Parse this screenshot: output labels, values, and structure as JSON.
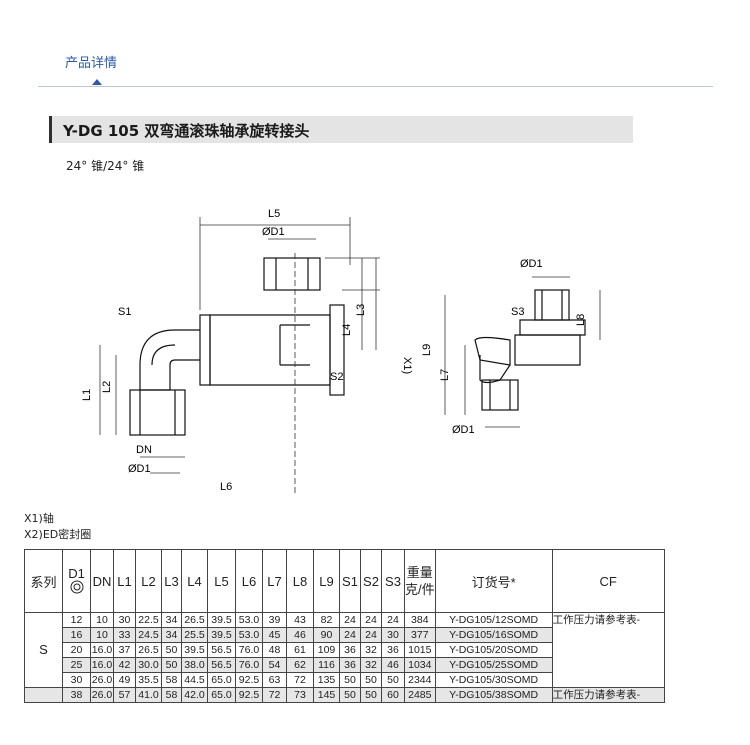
{
  "tab": {
    "label": "产品详情"
  },
  "title": "Y-DG 105 双弯通滚珠轴承旋转接头",
  "subtitle": "24° 锥/24° 锥",
  "drawing_labels": {
    "L5": "L5",
    "D1_top": "ØD1",
    "S1": "S1",
    "L4": "L4",
    "L3": "L3",
    "L1": "L1",
    "L2": "L2",
    "S2": "S2",
    "DN": "DN",
    "D1_bottom": "ØD1",
    "L6": "L6",
    "D1_right_top": "ØD1",
    "S3": "S3",
    "L8": "L8",
    "X1": "X1)",
    "L9": "L9",
    "L7": "L7",
    "D1_right_bottom": "ØD1"
  },
  "notes": [
    "X1)轴",
    "X2)ED密封圈"
  ],
  "table": {
    "headers": {
      "series": "系列",
      "d1": "D1",
      "dn": "DN",
      "l1": "L1",
      "l2": "L2",
      "l3": "L3",
      "l4": "L4",
      "l5": "L5",
      "l6": "L6",
      "l7": "L7",
      "l8": "L8",
      "l9": "L9",
      "s1": "S1",
      "s2": "S2",
      "s3": "S3",
      "weight_1": "重量",
      "weight_2": "克/件",
      "order": "订货号*",
      "cf": "CF"
    },
    "series_value": "S",
    "cf_note": "工作压力请参考表-",
    "rows": [
      [
        "12",
        "10",
        "30",
        "22.5",
        "34",
        "26.5",
        "39.5",
        "53.0",
        "39",
        "43",
        "82",
        "24",
        "24",
        "24",
        "384",
        "Y-DG105/12SOMD"
      ],
      [
        "16",
        "10",
        "33",
        "24.5",
        "34",
        "25.5",
        "39.5",
        "53.0",
        "45",
        "46",
        "90",
        "24",
        "24",
        "30",
        "377",
        "Y-DG105/16SOMD"
      ],
      [
        "20",
        "16.0",
        "37",
        "26.5",
        "50",
        "39.5",
        "56.5",
        "76.0",
        "48",
        "61",
        "109",
        "36",
        "32",
        "36",
        "1015",
        "Y-DG105/20SOMD"
      ],
      [
        "25",
        "16.0",
        "42",
        "30.0",
        "50",
        "38.0",
        "56.5",
        "76.0",
        "54",
        "62",
        "116",
        "36",
        "32",
        "46",
        "1034",
        "Y-DG105/25SOMD"
      ],
      [
        "30",
        "26.0",
        "49",
        "35.5",
        "58",
        "44.5",
        "65.0",
        "92.5",
        "63",
        "72",
        "135",
        "50",
        "50",
        "50",
        "2344",
        "Y-DG105/30SOMD"
      ],
      [
        "38",
        "26.0",
        "57",
        "41.0",
        "58",
        "42.0",
        "65.0",
        "92.5",
        "72",
        "73",
        "145",
        "50",
        "50",
        "60",
        "2485",
        "Y-DG105/38SOMD"
      ]
    ]
  }
}
